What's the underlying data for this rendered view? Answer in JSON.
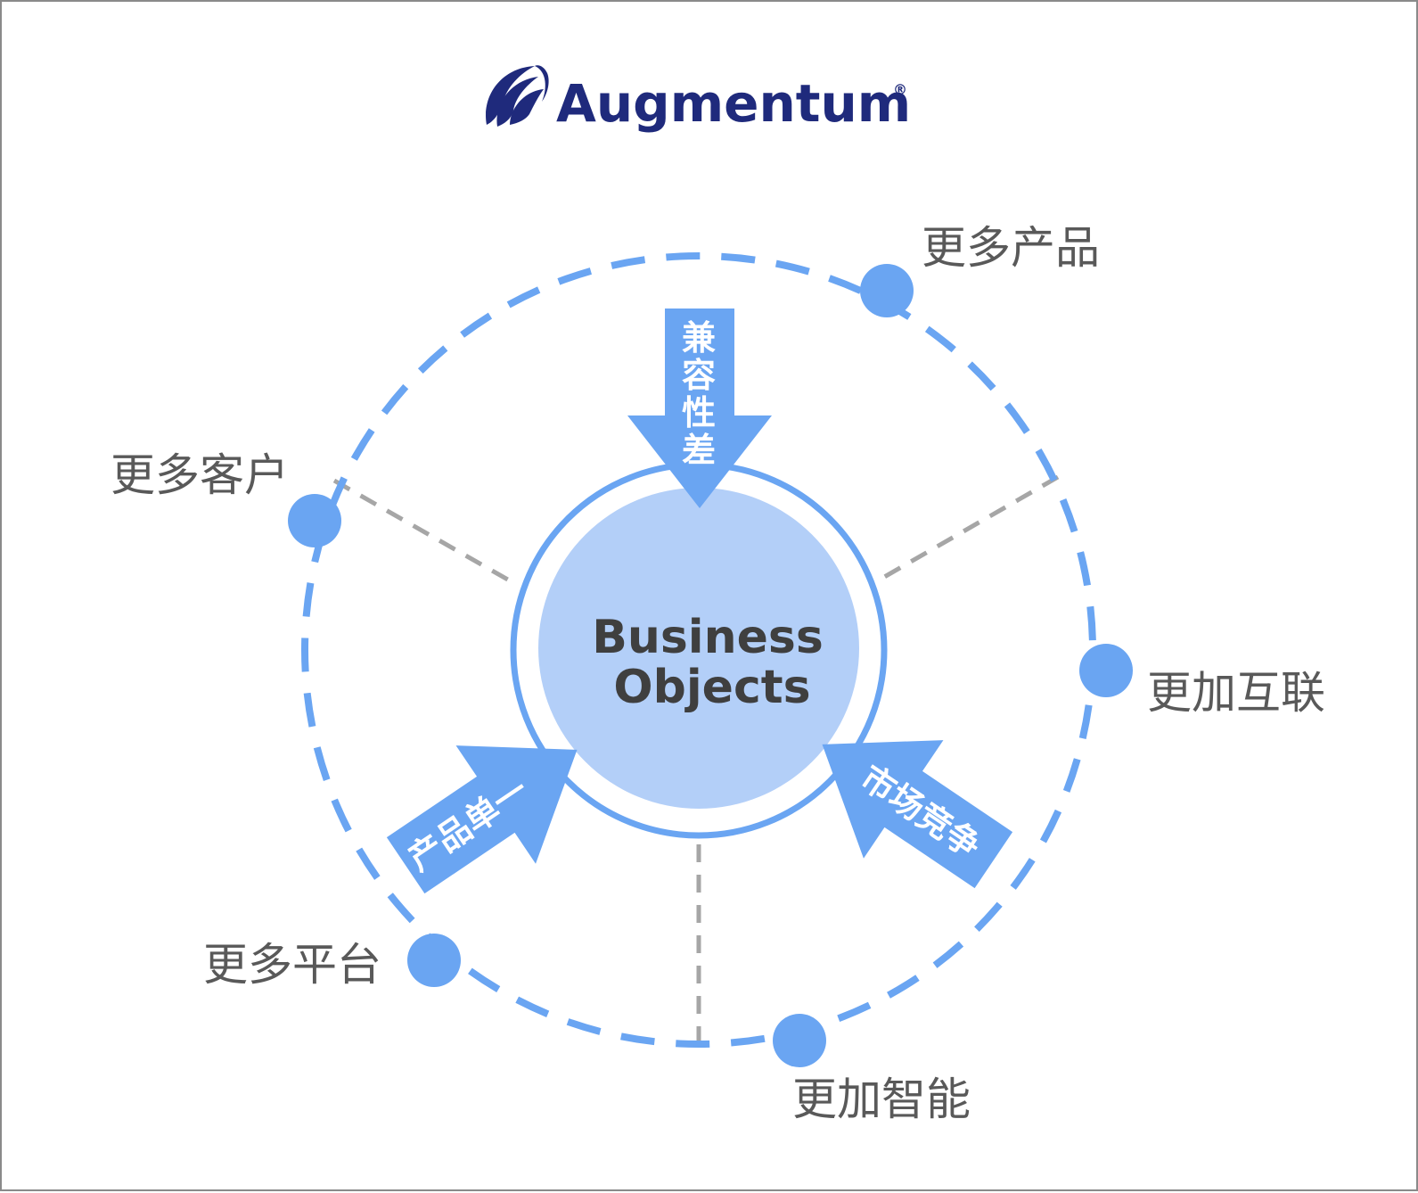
{
  "brand": {
    "name": "Augmentum",
    "registered_mark": "®",
    "color": "#1f2a7c",
    "icon": "swirl-logo-icon"
  },
  "core": {
    "line1": "Business",
    "line2": "Objects",
    "fill_color": "#b3cff8",
    "ring_color": "#6aa5f2",
    "text_color": "#3f3f3f"
  },
  "arrows": {
    "top": {
      "c1": "兼",
      "c2": "容",
      "c3": "性",
      "c4": "差"
    },
    "left": {
      "label": "产品单一"
    },
    "right": {
      "label": "市场竞争"
    },
    "color": "#6aa5f2"
  },
  "nodes": {
    "products": "更多产品",
    "customers": "更多客户",
    "interconnect": "更加互联",
    "platforms": "更多平台",
    "intelligence": "更加智能",
    "dot_color": "#6aa5f2",
    "label_color": "#595959"
  },
  "colors": {
    "dashed_ring": "#6aa5f2",
    "spoke": "#a6a6a6",
    "frame_border": "#8a8a8a"
  }
}
